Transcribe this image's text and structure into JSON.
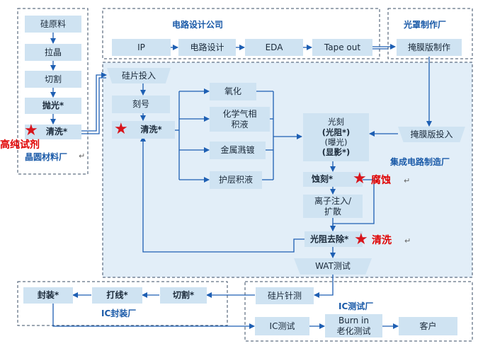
{
  "sections": {
    "wafer_factory": "晶圆材料厂",
    "circuit_design": "电路设计公司",
    "mask_factory": "光罩制作厂",
    "ic_fab": "集成电路制造厂",
    "ic_packaging": "IC封装厂",
    "ic_test": "IC测试厂"
  },
  "nodes": {
    "silicon_raw": "硅原料",
    "crystal_pull": "拉晶",
    "slicing": "切割",
    "polishing": "抛光*",
    "cleaning_wafer": "清洗*",
    "ip": "IP",
    "circuit_design": "电路设计",
    "eda": "EDA",
    "tape_out": "Tape out",
    "mask_making": "掩膜版制作",
    "wafer_input": "硅片投入",
    "marking": "刻号",
    "cleaning_fab": "清洗*",
    "oxidation": "氧化",
    "cvd": [
      "化学气相",
      "积液"
    ],
    "metal_sputter": "金属溅镀",
    "passivation": "护层积液",
    "lithography": [
      "光刻",
      "(光阻*)",
      "(曝光)",
      "(显影*)"
    ],
    "mask_input": "掩膜版投入",
    "etching": "蚀刻*",
    "ion_implant": [
      "离子注入/",
      "扩散"
    ],
    "resist_strip": "光阻去除*",
    "wat_test": "WAT测试",
    "wafer_probe": "硅片针测",
    "dicing": "切割*",
    "wire_bond": "打线*",
    "package": "封装*",
    "ic_test": "IC测试",
    "burn_in": [
      "Burn in",
      "老化测试"
    ],
    "customer": "客户"
  },
  "highlights": {
    "high_purity_reagent": "高纯试剂",
    "corrosion": "腐蚀",
    "cleaning": "清洗"
  },
  "colors": {
    "box_fill": "#cfe3f2",
    "region_fill": "#e2eef8",
    "title_blue": "#1a5aa8",
    "highlight_red": "#e00000",
    "star_red": "#d8141b",
    "arrow_blue": "#1e5fb3"
  }
}
